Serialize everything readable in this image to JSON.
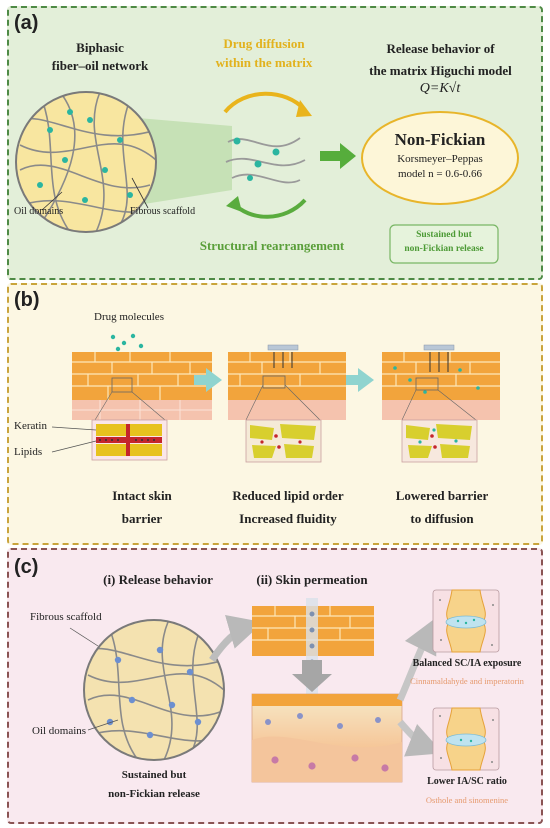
{
  "panel_a": {
    "label": "(a)",
    "title_line1": "Biphasic",
    "title_line2": "fiber–oil network",
    "diffusion_line1": "Drug diffusion",
    "diffusion_line2": "within the matrix",
    "release_line1": "Release behavior of",
    "release_line2": "the matrix Higuchi model",
    "equation": "Q=K√t",
    "nonfickian_title": "Non-Fickian",
    "nonfickian_line1": "Korsmeyer–Peppas",
    "nonfickian_line2": "model n = 0.6-0.66",
    "oil_domains": "Oil domains",
    "fibrous_scaffold": "Fibrous scaffold",
    "rearrangement": "Structural rearrangement",
    "sustained_line1": "Sustained but",
    "sustained_line2": "non-Fickian release"
  },
  "panel_b": {
    "label": "(b)",
    "drug_molecules": "Drug molecules",
    "keratin": "Keratin",
    "lipids": "Lipids",
    "step1_line1": "Intact skin",
    "step1_line2": "barrier",
    "step2_line1": "Reduced lipid order",
    "step2_line2": "Increased fluidity",
    "step3_line1": "Lowered barrier",
    "step3_line2": "to diffusion"
  },
  "panel_c": {
    "label": "(c)",
    "release_heading": "(i) Release behavior",
    "permeation_heading": "(ii) Skin permeation",
    "fibrous_scaffold": "Fibrous scaffold",
    "oil_domains": "Oil domains",
    "sustained_line1": "Sustained but",
    "sustained_line2": "non-Fickian release",
    "balanced_title": "Balanced SC/IA exposure",
    "balanced_compounds": "Cinnamaldahyde and imperatorin",
    "lower_title": "Lower IA/SC ratio",
    "lower_compounds": "Osthole and sinomenine"
  },
  "colors": {
    "panel_a_bg": "#e3efd9",
    "panel_b_bg": "#fcf7e3",
    "panel_c_bg": "#f9e9ef",
    "gold_text": "#e2b21e",
    "green_text": "#5a9f3a",
    "orange_text": "#e69a6e",
    "teal_drug": "#2bb5a0",
    "skin_orange": "#f0a23a",
    "skin_pink": "#f3c0aa"
  }
}
